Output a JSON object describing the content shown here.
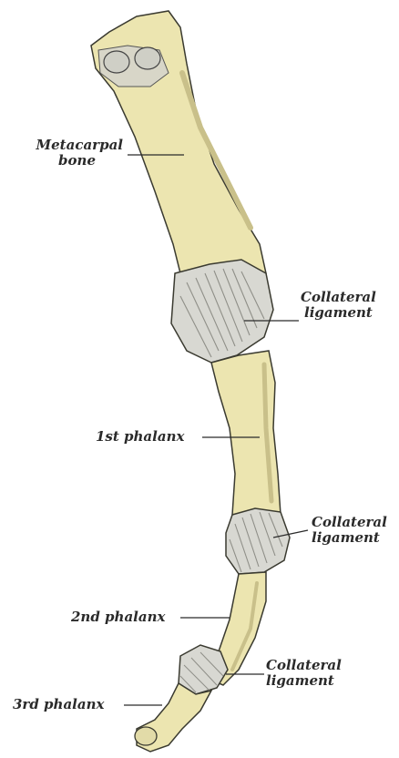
{
  "colors": {
    "bone": "#ece5b0",
    "bone_shade": "#c9c08a",
    "ligament": "#d8d8d2",
    "ligament_lines": "#8f8f88",
    "outline": "#3a3a30",
    "label": "#2a2a2a"
  },
  "labels": {
    "metacarpal": {
      "line1": "Metacarpal",
      "line2": "bone"
    },
    "ligament_upper": {
      "line1": "Collateral",
      "line2": "ligament"
    },
    "first_phalanx": "1st phalanx",
    "ligament_middle": {
      "line1": "Collateral",
      "line2": "ligament"
    },
    "second_phalanx": "2nd phalanx",
    "ligament_lower": {
      "line1": "Collateral",
      "line2": "ligament"
    },
    "third_phalanx": "3rd phalanx"
  }
}
